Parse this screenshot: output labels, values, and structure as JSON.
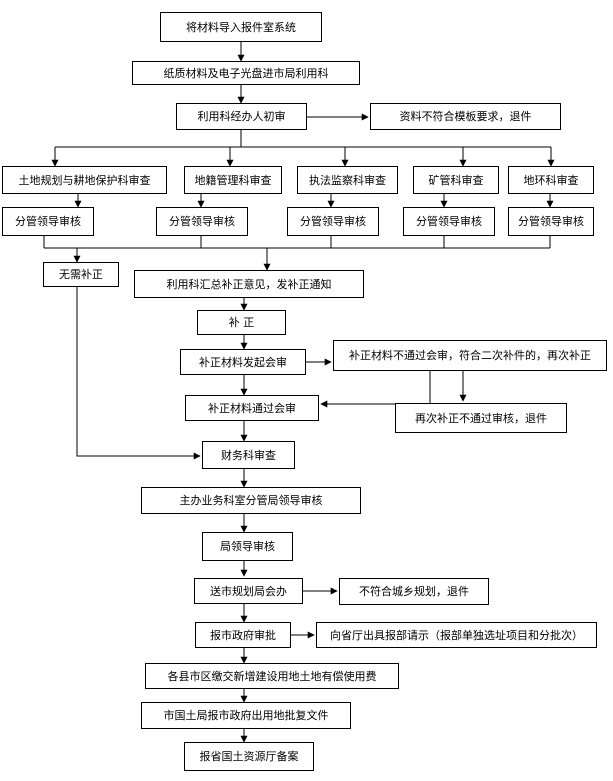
{
  "nodes": {
    "n1": "将材料导入报件室系统",
    "n2": "纸质材料及电子光盘进市局利用科",
    "n3": "利用科经办人初审",
    "n3_reject": "资料不符合模板要求，退件",
    "dept1": "土地规划与耕地保护科审查",
    "dept2": "地籍管理科审查",
    "dept3": "执法监察科审查",
    "dept4": "矿管科审查",
    "dept5": "地环科审查",
    "lead1": "分管领导审核",
    "lead2": "分管领导审核",
    "lead3": "分管领导审核",
    "lead4": "分管领导审核",
    "lead5": "分管领导审核",
    "no_fix": "无需补正",
    "summary": "利用科汇总补正意见，发补正通知",
    "fix": "补    正",
    "fix_meeting": "补正材料发起会审",
    "fix_fail": "补正材料不通过会审，符合二次补件的，再次补正",
    "fix_pass": "补正材料通过会审",
    "second_fail": "再次补正不通过审核，退件",
    "finance": "财务科审查",
    "main_office": "主办业务科室分管局领导审核",
    "bureau_lead": "局领导审核",
    "planning": "送市规划局会办",
    "planning_reject": "不符合城乡规划，退件",
    "gov": "报市政府审批",
    "province_request": "向省厅出具报部请示（报部单独选址项目和分批次）",
    "fee": "各县市区缴交新增建设用地土地有偿使用费",
    "approval_doc": "市国土局报市政府出用地批复文件",
    "record": "报省国土资源厅备案"
  }
}
